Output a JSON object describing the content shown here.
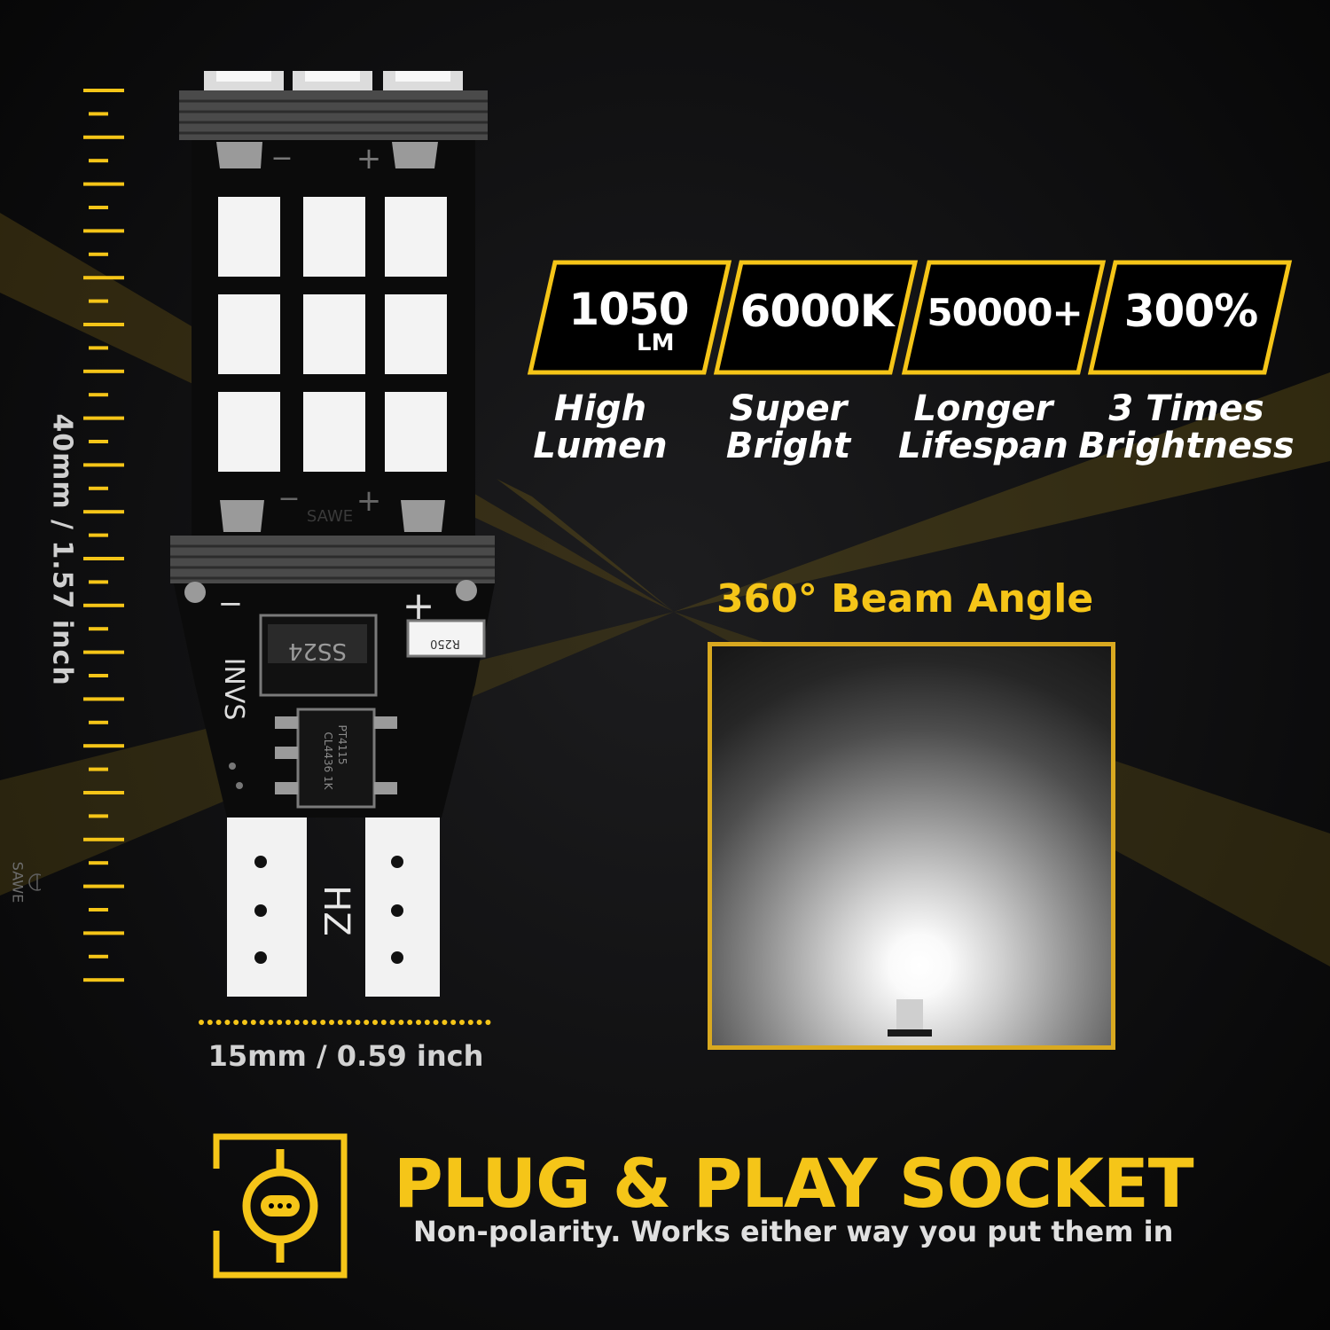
{
  "dimensions": {
    "height_label": "40mm / 1.57 inch",
    "width_label": "15mm / 0.59 inch"
  },
  "bulb": {
    "pad_signs": [
      "−",
      "+",
      "−",
      "+",
      "−",
      "+"
    ],
    "board_marks": {
      "brand_left": "INVS",
      "brand_center": "SAWE",
      "diode": "SS24",
      "resistor": "R250",
      "ic_line1": "PT4115",
      "ic_line2": "CL4436 1K",
      "terminal": "HZ"
    }
  },
  "watermark": "SAWE",
  "specs": [
    {
      "value": "1050",
      "unit": "LM",
      "label_line1": "High",
      "label_line2": "Lumen"
    },
    {
      "value": "6000K",
      "unit": "",
      "label_line1": "Super",
      "label_line2": "Bright"
    },
    {
      "value": "50000+",
      "unit": "",
      "label_line1": "Longer",
      "label_line2": "Lifespan"
    },
    {
      "value": "300%",
      "unit": "",
      "label_line1": "3 Times",
      "label_line2": "Brightness"
    }
  ],
  "beam": {
    "title": "360° Beam Angle"
  },
  "socket": {
    "title": "PLUG & PLAY SOCKET",
    "subtitle": "Non-polarity. Works either way you put them in"
  },
  "colors": {
    "accent": "#f5c518",
    "frame": "#d9a920",
    "background": "#0e0e0f"
  }
}
